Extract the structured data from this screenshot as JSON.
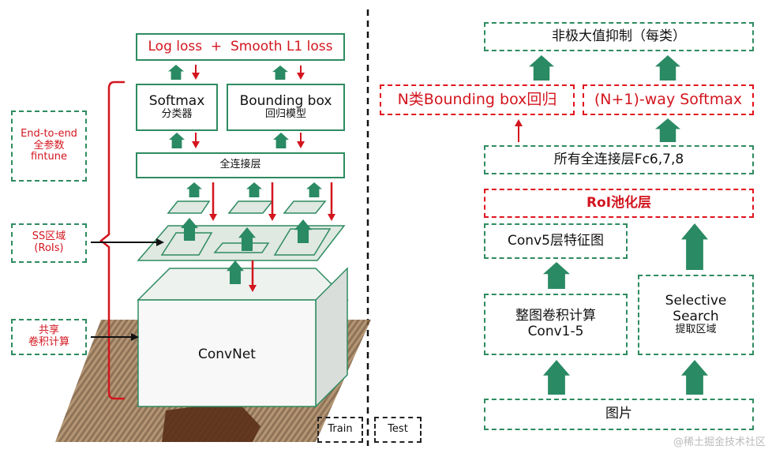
{
  "train": {
    "loss_label": "Log loss  +  Smooth L1 loss",
    "softmax_title": "Softmax",
    "softmax_sub": "分类器",
    "bbox_title": "Bounding box",
    "bbox_sub": "回归模型",
    "fc_label": "全连接层",
    "convnet_label": "ConvNet",
    "end_to_end_lines": [
      "End-to-end",
      "全参数",
      "fintune"
    ],
    "ss_lines": [
      "SS区域",
      "(RoIs)"
    ],
    "shared_lines": [
      "共享",
      "卷积计算"
    ],
    "tag": "Train"
  },
  "test": {
    "tag": "Test",
    "nms_label": "非极大值抑制（每类）",
    "bbox_reg_label": "N类Bounding box回归",
    "softmax_label": "(N+1)-way Softmax",
    "fc_label": "所有全连接层Fc6,7,8",
    "roi_pool_label": "RoI池化层",
    "conv5_label": "Conv5层特征图",
    "full_conv_lines": [
      "整图卷积计算",
      "Conv1-5"
    ],
    "selective_lines": [
      "Selective",
      "Search",
      "提取区域"
    ],
    "image_label": "图片"
  },
  "watermark": "@稀土掘金技术社区",
  "colors": {
    "green_border": "#2e8b60",
    "green_arrow": "#2a8a63",
    "red": "#d3151e"
  }
}
